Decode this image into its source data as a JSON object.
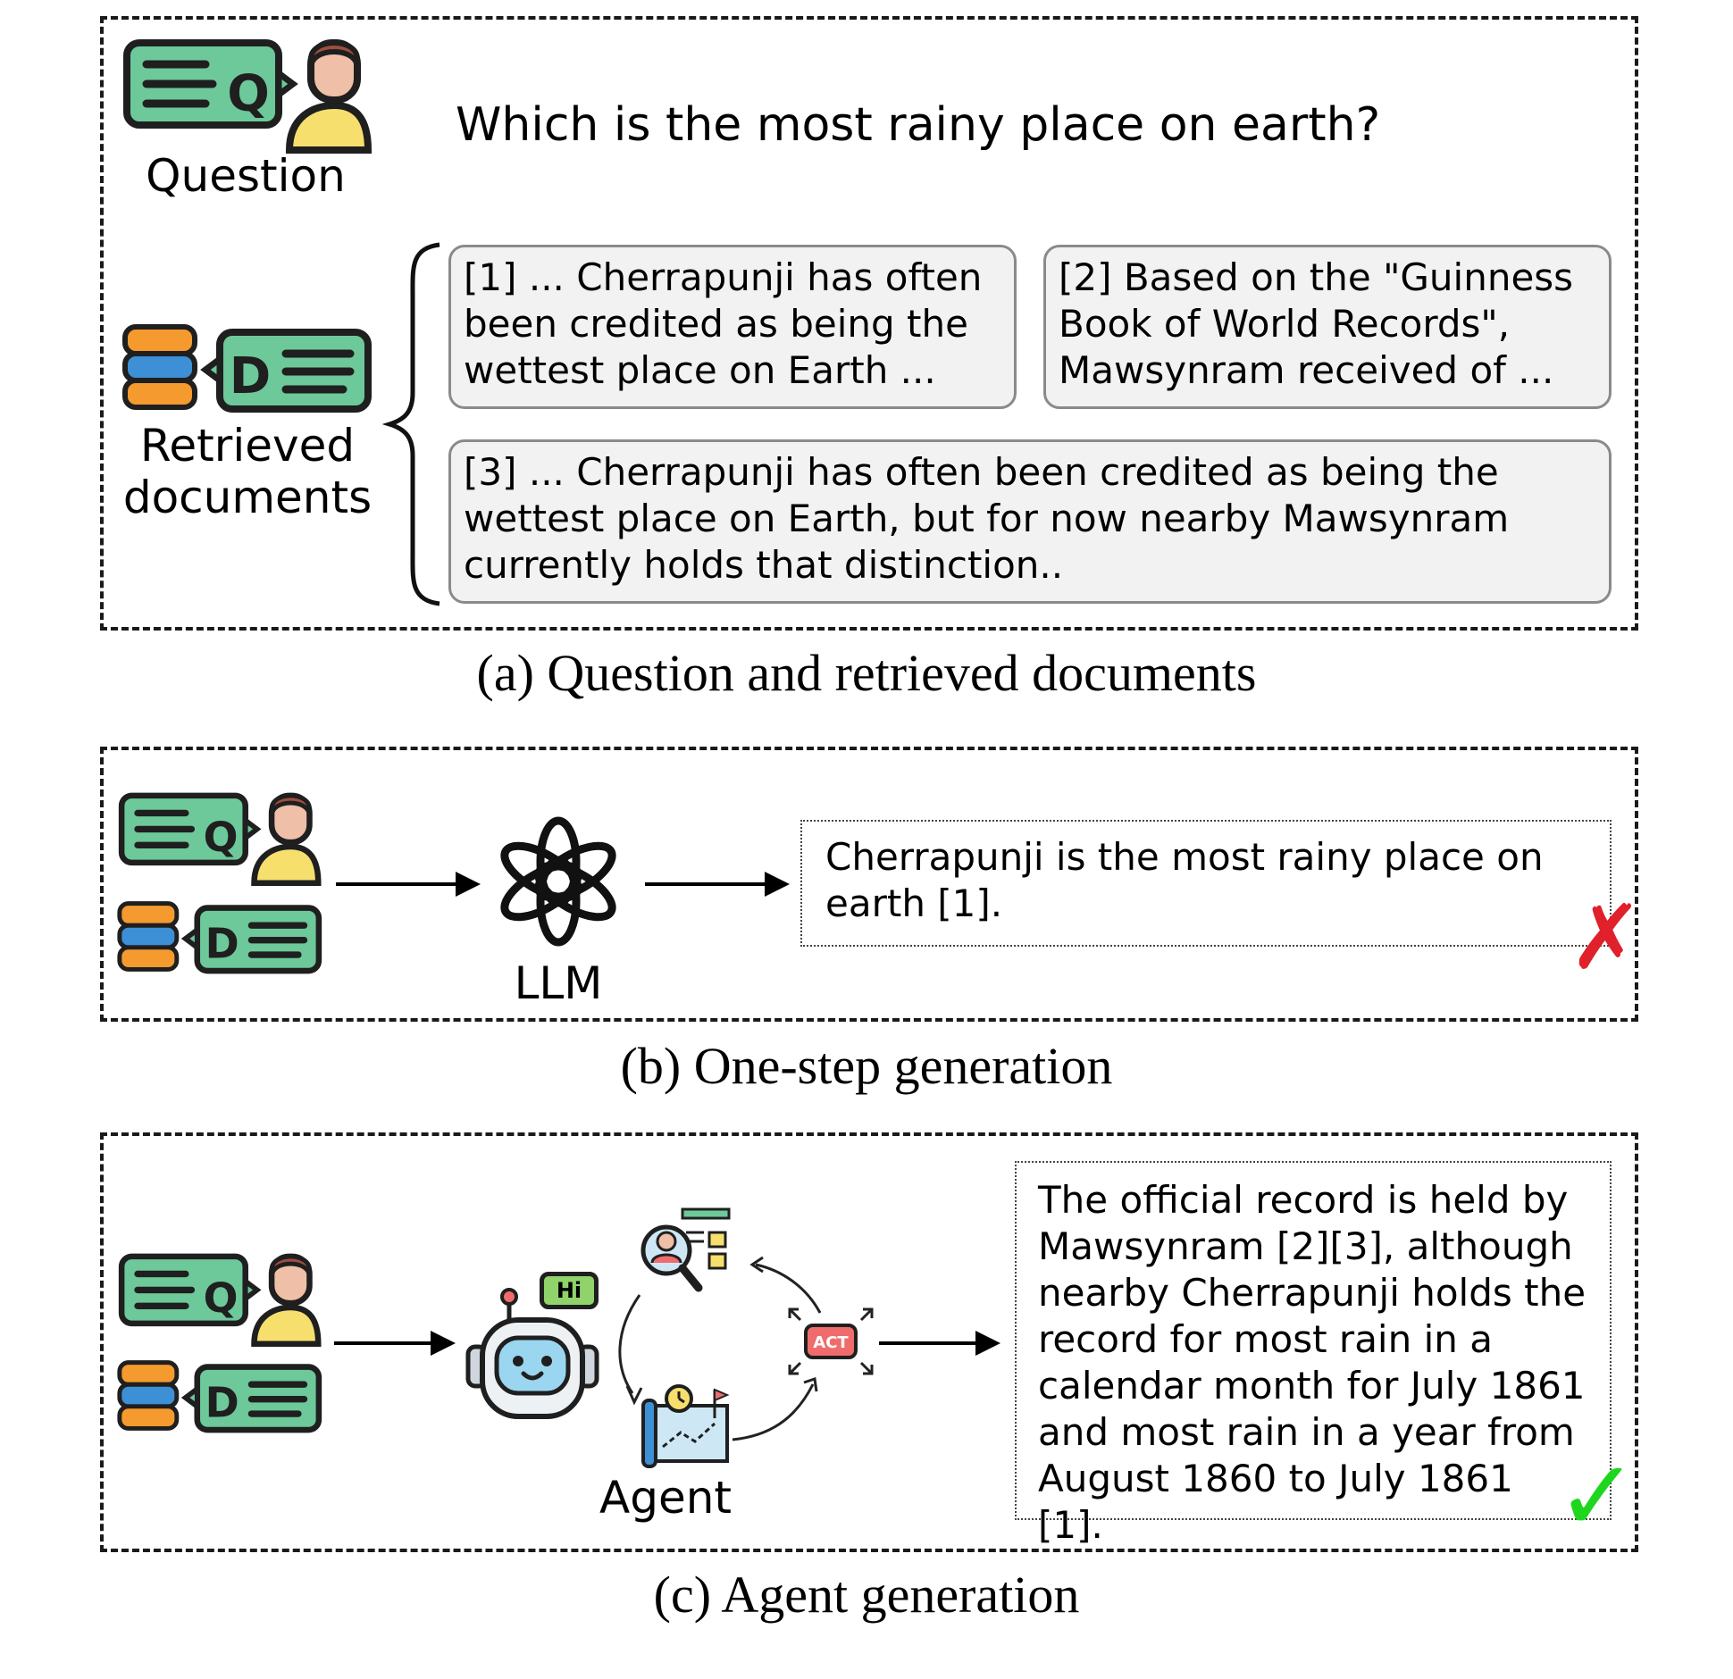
{
  "panel_a": {
    "caption": "(a) Question and retrieved documents",
    "question_label": "Question",
    "question_text": "Which is the most rainy place on earth?",
    "docs_label_line1": "Retrieved",
    "docs_label_line2": "documents",
    "question_icon_letter": "Q",
    "document_icon_letter": "D",
    "documents": [
      "[1] ... Cherrapunji has often been credited as being the wettest place on Earth ...",
      "[2]  Based on the \"Guinness Book of World Records\", Mawsynram received of ...",
      "[3] ... Cherrapunji has often been credited as being the wettest place on Earth, but for now nearby Mawsynram currently holds that distinction.."
    ]
  },
  "panel_b": {
    "caption": "(b) One-step generation",
    "model_label": "LLM",
    "answer": "Cherrapunji is the most rainy place on earth [1].",
    "verdict_mark": "✗",
    "verdict_color": "#e0202a"
  },
  "panel_c": {
    "caption": "(c) Agent generation",
    "agent_label": "Agent",
    "bubble_text": "Hi",
    "act_text": "ACT",
    "answer": "The official record is held by Mawsynram [2][3], although nearby  Cherrapunji holds the record for most rain in a calendar month for July 1861 and most rain in a year from August 1860 to July 1861 [1].",
    "verdict_mark": "✓",
    "verdict_color": "#1ed61e"
  },
  "colors": {
    "icon_green": "#6dc89a",
    "icon_outline": "#1f1f1f",
    "person_yellow": "#f7df6e",
    "person_skin": "#efbfa8",
    "person_hair": "#9c4f3f",
    "db_orange": "#f59a2e",
    "db_blue": "#3d8fd6",
    "doc_fill": "#f2f2f2",
    "act_red": "#f06c6c"
  }
}
